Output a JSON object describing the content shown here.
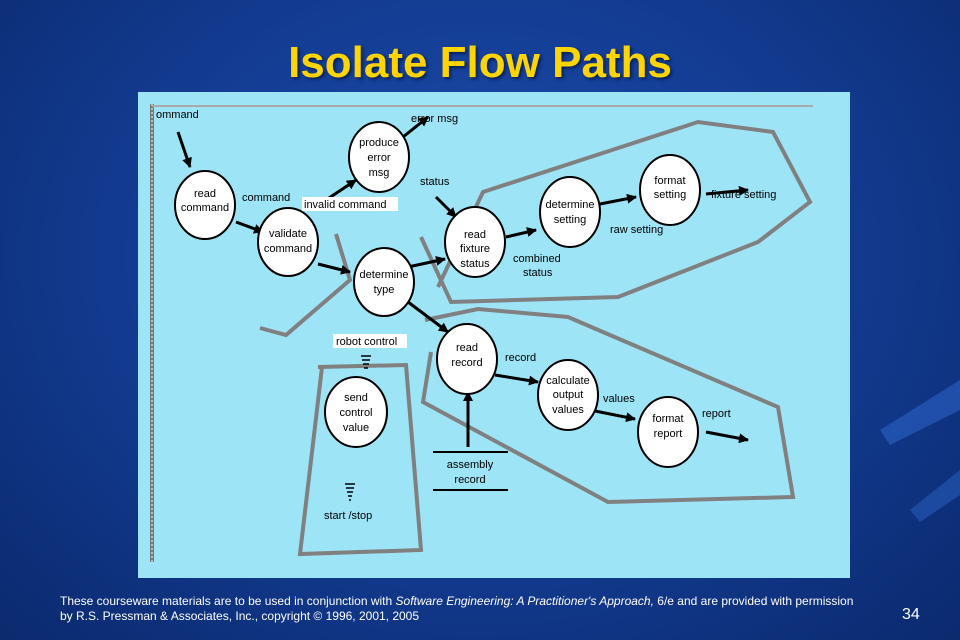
{
  "slide": {
    "title": "Isolate Flow Paths",
    "page_number": "34",
    "footer": {
      "part1": "These courseware materials are to be used in conjunction with ",
      "book_title": "Software Engineering: A Practitioner's Approach,",
      "part2": " 6/e and are provided with permission by R.S. Pressman & Associates, Inc., copyright © 1996, 2001, 2005"
    }
  },
  "diagram": {
    "processes": {
      "read_command": [
        "read",
        "command"
      ],
      "validate_command": [
        "validate",
        "command"
      ],
      "produce_error_msg": [
        "produce",
        "error",
        "msg"
      ],
      "determine_type": [
        "determine",
        "type"
      ],
      "read_fixture_status": [
        "read",
        "fixture",
        "status"
      ],
      "determine_setting": [
        "determine",
        "setting"
      ],
      "format_setting": [
        "format",
        "setting"
      ],
      "read_record": [
        "read",
        "record"
      ],
      "calculate_output_values": [
        "calculate",
        "output",
        "values"
      ],
      "format_report": [
        "format",
        "report"
      ],
      "send_control_value": [
        "send",
        "control",
        "value"
      ]
    },
    "flow_labels": {
      "command_in": "ommand",
      "command": "command",
      "invalid_command": "invalid command",
      "error_msg": "error msg",
      "status": "status",
      "combined_status": [
        "combined",
        "status"
      ],
      "raw_setting": "raw setting",
      "fixture_setting": "fixture setting",
      "record": "record",
      "values": "values",
      "report": "report",
      "robot_control": "robot control",
      "start_stop": "start /stop"
    },
    "data_store": [
      "assembly",
      "record"
    ]
  }
}
